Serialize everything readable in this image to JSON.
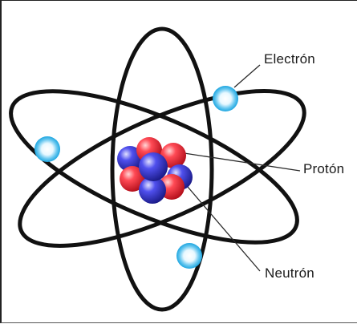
{
  "labels": {
    "electron": "Electrón",
    "proton": "Protón",
    "neutron": "Neutrón"
  },
  "colors": {
    "orbit": "#111111",
    "proton": "#e0202f",
    "neutron": "#3a3ad8",
    "electron": "#2fb4ea",
    "leader_line": "#2a2a2a"
  },
  "icons": {
    "electron": "electron-icon",
    "proton": "proton-icon",
    "neutron": "neutron-icon"
  }
}
